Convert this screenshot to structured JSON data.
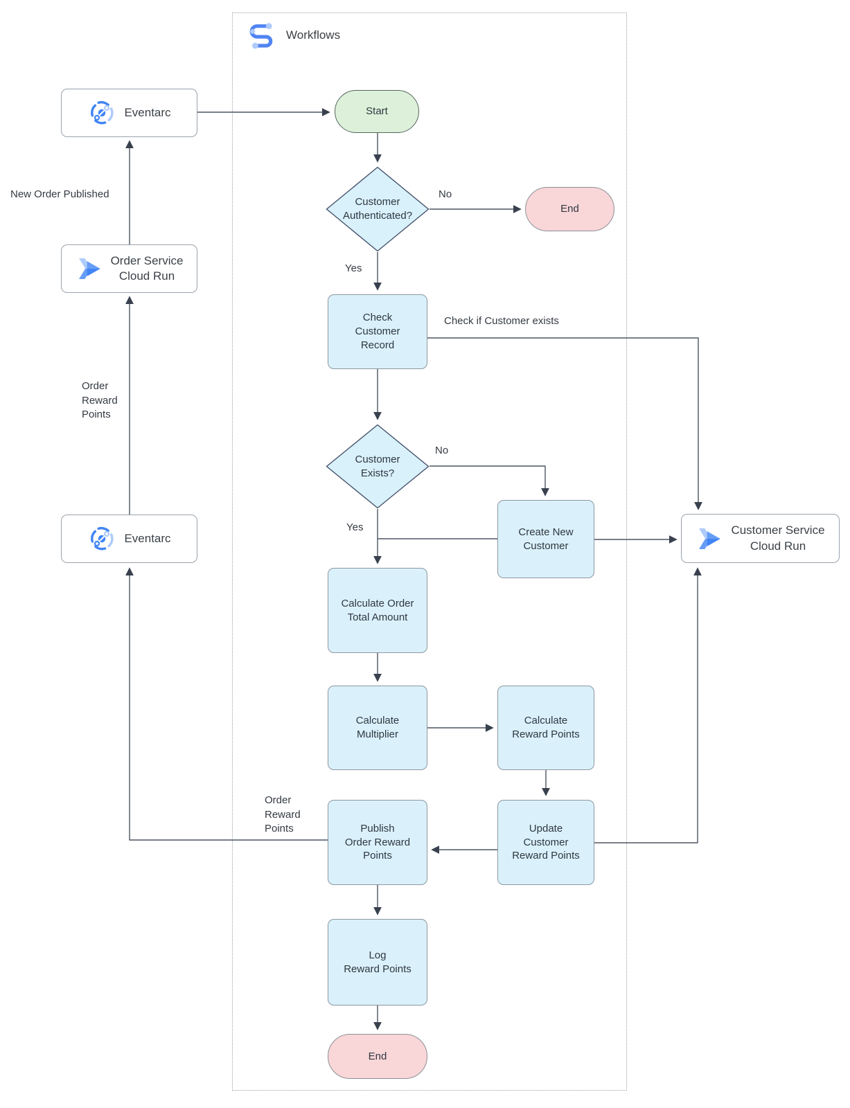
{
  "header": {
    "title": "Workflows",
    "icon": "workflows-icon"
  },
  "colors": {
    "process_fill": "#daf1fb",
    "process_border": "#8c97a0",
    "diamond_fill": "#d9f1fb",
    "diamond_border": "#47536b",
    "start_fill": "#ddf1da",
    "start_border": "#55645a",
    "end_fill": "#f9d6d8",
    "connector": "#4c5560",
    "container_border": "#9aa0a6",
    "icon_blue": "#4285f4",
    "icon_blue_mid": "#669df6",
    "icon_blue_light": "#aecbfa"
  },
  "nodes": {
    "eventarc_top": {
      "label": "Eventarc",
      "icon": "eventarc-icon",
      "type": "service"
    },
    "order_service": {
      "label": "Order Service\nCloud Run",
      "icon": "cloud-run-icon",
      "type": "service"
    },
    "eventarc_bottom": {
      "label": "Eventarc",
      "icon": "eventarc-icon",
      "type": "service"
    },
    "customer_service": {
      "label": "Customer Service\nCloud Run",
      "icon": "cloud-run-icon",
      "type": "service"
    },
    "start": {
      "label": "Start",
      "type": "terminator"
    },
    "customer_authenticated": {
      "label": "Customer\nAuthenticated?",
      "type": "decision"
    },
    "end_top": {
      "label": "End",
      "type": "terminator"
    },
    "check_customer_record": {
      "label": "Check\nCustomer\nRecord",
      "type": "process"
    },
    "customer_exists": {
      "label": "Customer\nExists?",
      "type": "decision"
    },
    "create_new_customer": {
      "label": "Create New\nCustomer",
      "type": "process"
    },
    "calculate_order_total": {
      "label": "Calculate Order\nTotal Amount",
      "type": "process"
    },
    "calculate_multiplier": {
      "label": "Calculate\nMultiplier",
      "type": "process"
    },
    "calculate_reward_points": {
      "label": "Calculate\nReward Points",
      "type": "process"
    },
    "update_customer_reward_points": {
      "label": "Update\nCustomer\nReward Points",
      "type": "process"
    },
    "publish_order_reward_points": {
      "label": "Publish\nOrder Reward\nPoints",
      "type": "process"
    },
    "log_reward_points": {
      "label": "Log\nReward Points",
      "type": "process"
    },
    "end_bottom": {
      "label": "End",
      "type": "terminator"
    }
  },
  "edge_labels": {
    "new_order_published": "New Order Published",
    "order_reward_points_left": "Order\nReward\nPoints",
    "order_reward_points_mid": "Order\nReward\nPoints",
    "check_if_customer_exists": "Check if Customer exists",
    "authenticated_no": "No",
    "authenticated_yes": "Yes",
    "exists_no": "No",
    "exists_yes": "Yes"
  }
}
